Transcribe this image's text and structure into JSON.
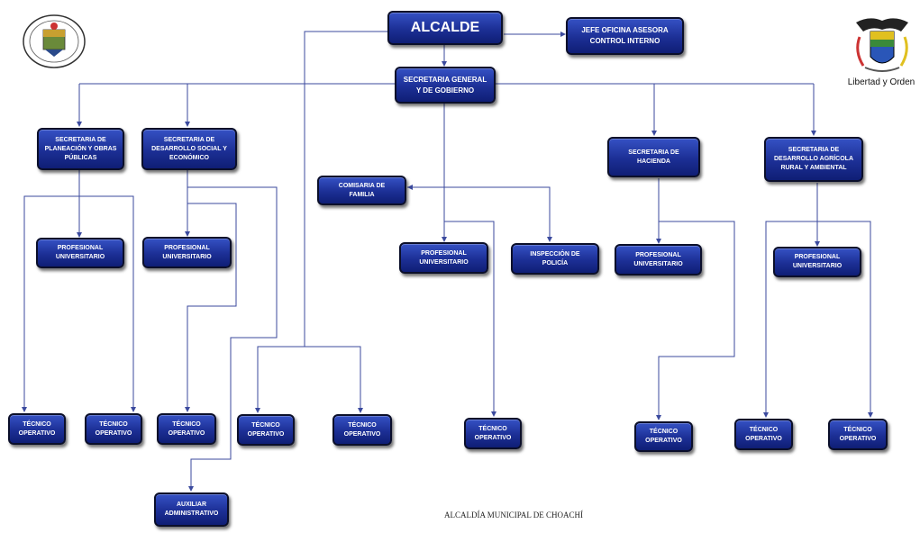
{
  "boxes": {
    "alcalde": "ALCALDE",
    "jefe_control": "JEFE OFICINA ASESORA\nCONTROL INTERNO",
    "secretaria_general": "SECRETARIA GENERAL\nY DE GOBIERNO",
    "sec_planeacion": "SECRETARIA DE\nPLANEACIÓN Y OBRAS\nPÚBLICAS",
    "sec_desarrollo_social": "SECRETARIA DE\nDESARROLLO SOCIAL Y\nECONÓMICO",
    "comisaria_familia": "COMISARIA DE\nFAMILIA",
    "sec_hacienda": "SECRETARIA DE\nHACIENDA",
    "sec_agricola": "SECRETARIA DE\nDESARROLLO AGRÍCOLA\nRURAL Y AMBIENTAL",
    "profesional_universitario": "PROFESIONAL\nUNIVERSITARIO",
    "inspeccion_policia": "INSPECCIÓN DE\nPOLICÍA",
    "tecnico_operativo": "TÉCNICO\nOPERATIVO",
    "auxiliar_administrativo": "AUXILIAR\nADMINISTRATIVO"
  },
  "logos": {
    "national_emblem_caption": "Libertad y Orden",
    "municipal_seal_icon": "municipal-seal-icon",
    "national-emblem-icon": "national-emblem-icon"
  },
  "footer": "ALCALDÍA MUNICIPAL DE CHOACHÍ",
  "colors": {
    "box": "#1c2f95",
    "border": "#0b0f2a",
    "connector": "#3b4a9e"
  }
}
